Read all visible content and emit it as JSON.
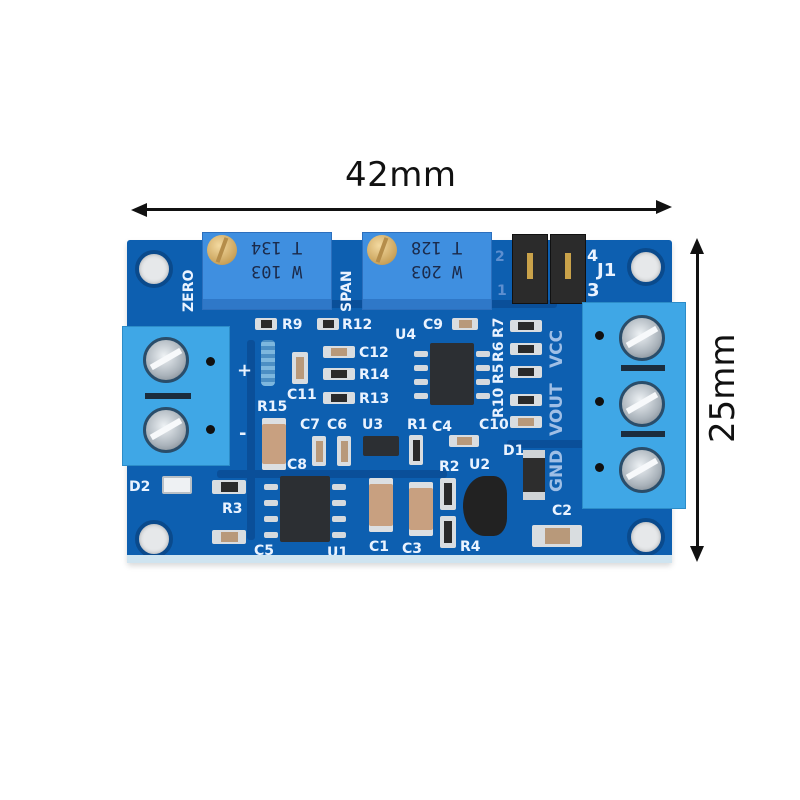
{
  "annotations": {
    "width_label": "42mm",
    "height_label": "25mm"
  },
  "board": {
    "color": "#0d5fb0",
    "potentiometers": [
      {
        "ref": "ZERO",
        "code_top": "W 103",
        "code_bottom": "T 134"
      },
      {
        "ref": "SPAN",
        "code_top": "W 203",
        "code_bottom": "T 128"
      }
    ],
    "jumper": {
      "ref": "J1",
      "pin_labels": [
        "2",
        "1",
        "4",
        "3"
      ]
    },
    "input_terminal": {
      "labels": [
        "+",
        "-"
      ]
    },
    "output_terminal": {
      "labels": [
        "VCC",
        "VOUT",
        "GND"
      ]
    },
    "silkscreen": {
      "R9": "R9",
      "R12": "R12",
      "C9": "C9",
      "U4": "U4",
      "R7": "R7",
      "R6": "R6",
      "R5": "R5",
      "R10": "R10",
      "C10": "C10",
      "C12": "C12",
      "R14": "R14",
      "R13": "R13",
      "C11": "C11",
      "R15": "R15",
      "C7": "C7",
      "C6": "C6",
      "U3": "U3",
      "R1": "R1",
      "C4": "C4",
      "D1": "D1",
      "C8": "C8",
      "R2": "R2",
      "U2": "U2",
      "C2": "C2",
      "D2": "D2",
      "R3": "R3",
      "C5": "C5",
      "U1": "U1",
      "C1": "C1",
      "C3": "C3",
      "R4": "R4"
    }
  }
}
